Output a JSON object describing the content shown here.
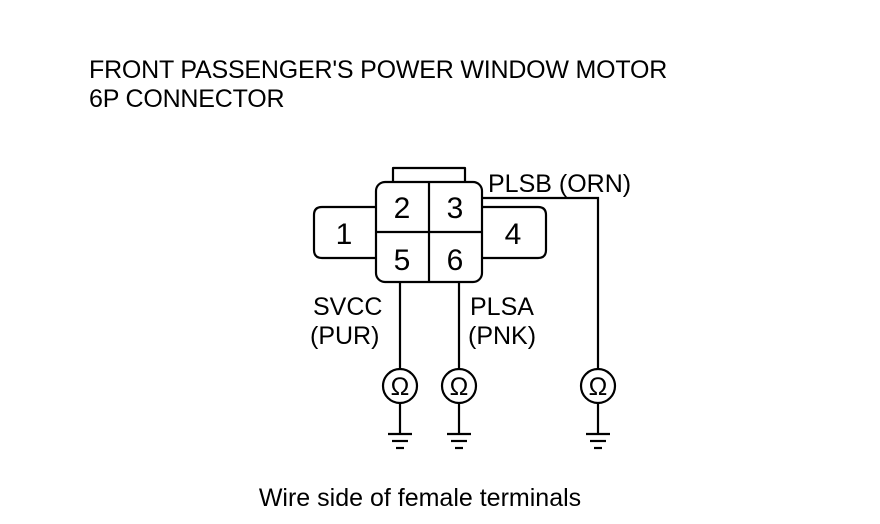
{
  "title": {
    "line1": "FRONT PASSENGER'S POWER WINDOW MOTOR",
    "line2": "6P CONNECTOR"
  },
  "connector": {
    "terminals": [
      "1",
      "2",
      "3",
      "4",
      "5",
      "6"
    ]
  },
  "wires": {
    "plsb": "PLSB (ORN)",
    "svcc_name": "SVCC",
    "svcc_color": "(PUR)",
    "plsa_name": "PLSA",
    "plsa_color": "(PNK)"
  },
  "meter_symbol": "Ω",
  "caption": "Wire side of female terminals"
}
